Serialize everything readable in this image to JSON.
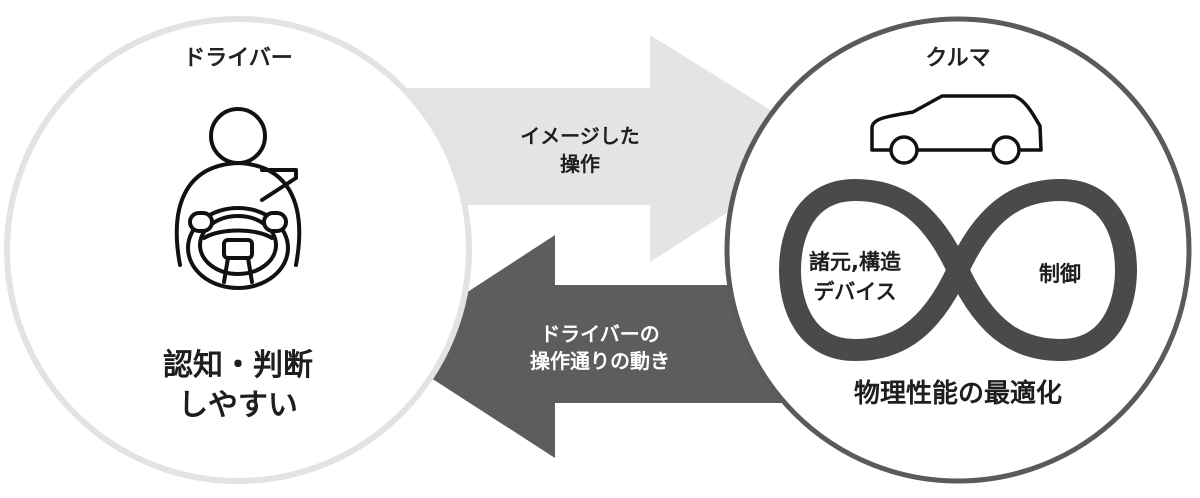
{
  "driver": {
    "title": "ドライバー",
    "icon": "driver-steering-wheel-icon",
    "caption_line1": "認知・判断",
    "caption_line2": "しやすい"
  },
  "car": {
    "title": "クルマ",
    "icon": "car-icon",
    "infinity_icon": "infinity-icon",
    "left_loop_line1": "諸元,構造",
    "left_loop_line2": "デバイス",
    "right_loop": "制御",
    "caption": "物理性能の最適化"
  },
  "arrow_to_car": {
    "line1": "イメージした",
    "line2": "操作"
  },
  "arrow_to_driver": {
    "line1": "ドライバーの",
    "line2": "操作通りの動き"
  },
  "colors": {
    "driver_circle_border": "#e3e3e3",
    "car_circle_border": "#5a5a5a",
    "arrow_light": "#e4e4e4",
    "arrow_dark": "#5d5d5d",
    "infinity": "#4a4a4a"
  }
}
